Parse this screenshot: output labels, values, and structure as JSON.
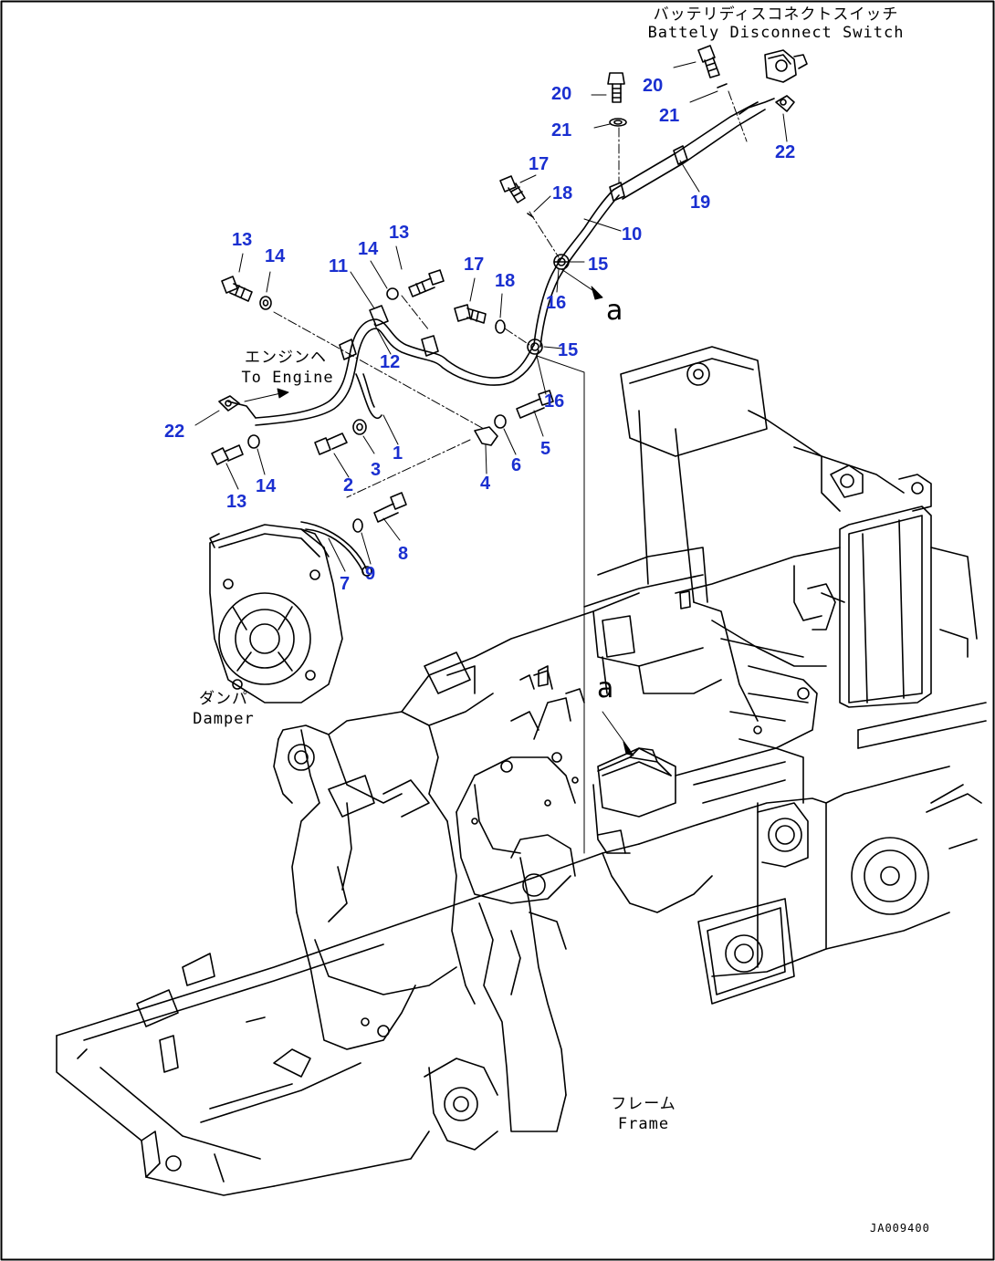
{
  "drawing_number": "JA009400",
  "labels": {
    "battery_switch_jp": "バッテリディスコネクトスイッチ",
    "battery_switch_en": "Battely Disconnect Switch",
    "to_engine_jp": "エンジンヘ",
    "to_engine_en": "To Engine",
    "damper_jp": "ダンパ",
    "damper_en": "Damper",
    "frame_jp": "フレーム",
    "frame_en": "Frame",
    "view_a_upper": "a",
    "view_a_lower": "a"
  },
  "callouts": [
    "20",
    "20",
    "21",
    "21",
    "22",
    "17",
    "18",
    "19",
    "10",
    "13",
    "14",
    "13",
    "14",
    "11",
    "17",
    "18",
    "15",
    "16",
    "12",
    "15",
    "16",
    "22",
    "1",
    "3",
    "2",
    "5",
    "6",
    "4",
    "13",
    "14",
    "8",
    "9",
    "7"
  ],
  "colors": {
    "callout": "#1a2fd0",
    "line": "#000000",
    "background": "#ffffff"
  }
}
